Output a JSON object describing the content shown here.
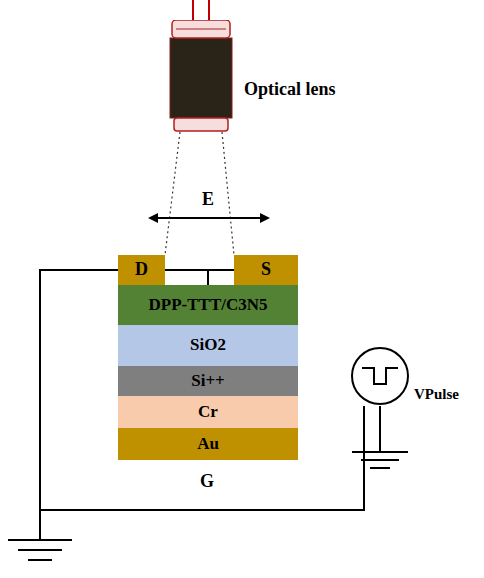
{
  "diagram": {
    "nodes": [
      {
        "text": [
          "Optical lens"
        ]
      },
      {
        "text": [
          "D"
        ]
      },
      {
        "text": [
          "S"
        ]
      },
      {
        "text": [
          "DPP-TTT/C3N5"
        ]
      },
      {
        "text": [
          "SiO2"
        ]
      },
      {
        "text": [
          "Si++"
        ]
      },
      {
        "text": [
          "Cr"
        ]
      },
      {
        "text": [
          "Au"
        ]
      },
      {
        "text": [
          "VPulse"
        ]
      }
    ],
    "edges": [
      {
        "from": 1,
        "to": 7,
        "arrow": "none"
      },
      {
        "from": 2,
        "to": 8,
        "arrow": "none"
      }
    ],
    "labels": [
      "E",
      "G"
    ]
  }
}
